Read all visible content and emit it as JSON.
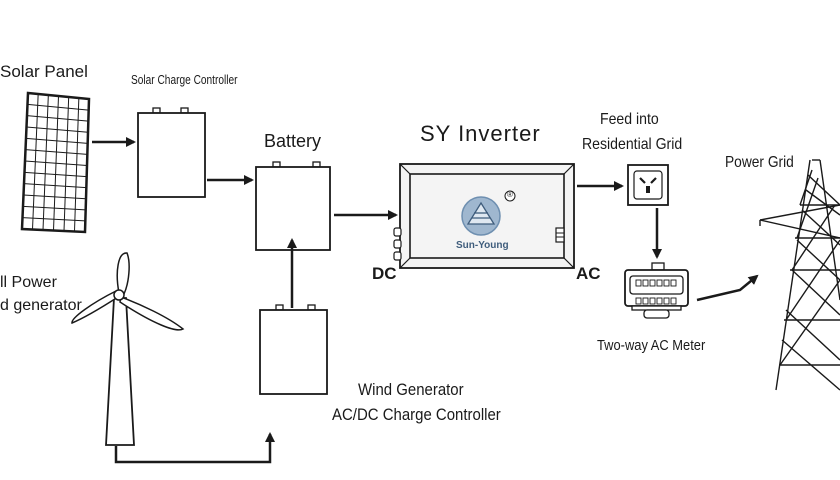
{
  "labels": {
    "solar_panel": "Solar Panel",
    "solar_charge_controller": "Solar Charge Controller",
    "battery": "Battery",
    "inverter_title": "SY Inverter",
    "dc": "DC",
    "ac": "AC",
    "brand": "Sun-Young",
    "registered": "®",
    "feed_into_line1": "Feed into",
    "feed_into_line2": "Residential Grid",
    "power_grid": "Power Grid",
    "small_power_line1": "ll Power",
    "small_power_line2": "d generator",
    "meter": "Two-way AC Meter",
    "wind_controller_line1": "Wind Generator",
    "wind_controller_line2": "AC/DC Charge Controller"
  },
  "colors": {
    "line": "#1a1a1a",
    "inverter_body": "#f4f4f4",
    "logo_blue": "#6e8fb0"
  }
}
